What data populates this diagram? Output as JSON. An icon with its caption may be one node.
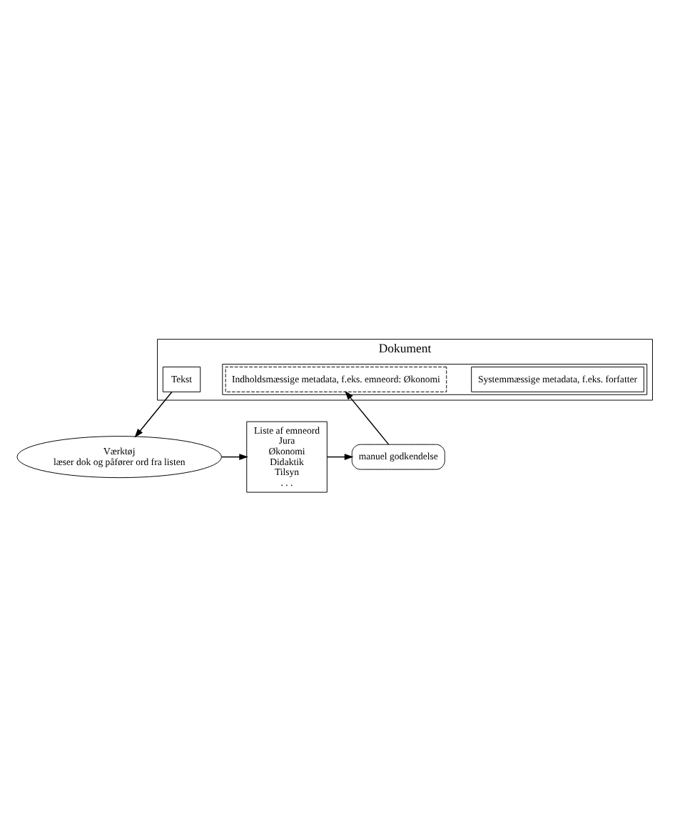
{
  "diagram": {
    "nodes": [
      {
        "text": [
          "Dokument"
        ]
      },
      {
        "text": [],
        "shape": "box",
        "in": 0
      },
      {
        "text": [
          "Systemmæssige metadata, f.eks. forfatter"
        ],
        "in": 1
      },
      {
        "text": [
          "Indholdsmæssige metadata, f.eks. emneord: Økonomi"
        ],
        "in": 1
      },
      {
        "text": [
          "Tekst"
        ],
        "in": 0
      },
      {
        "text": [
          "Værktøj",
          "læser dok og påfører ord fra listen"
        ]
      },
      {
        "text": [
          "Liste af emneord",
          "Jura",
          "Økonomi",
          "Didaktik",
          "Tilsyn",
          ". . ."
        ]
      },
      {
        "text": [
          "manuel godkendelse"
        ]
      }
    ],
    "edges": [
      {
        "from": 4,
        "to": 5,
        "arrow": "to"
      },
      {
        "from": 5,
        "to": 6,
        "arrow": "to"
      },
      {
        "from": 6,
        "to": 7,
        "arrow": "to"
      },
      {
        "from": 7,
        "to": 3,
        "arrow": "to"
      }
    ]
  }
}
